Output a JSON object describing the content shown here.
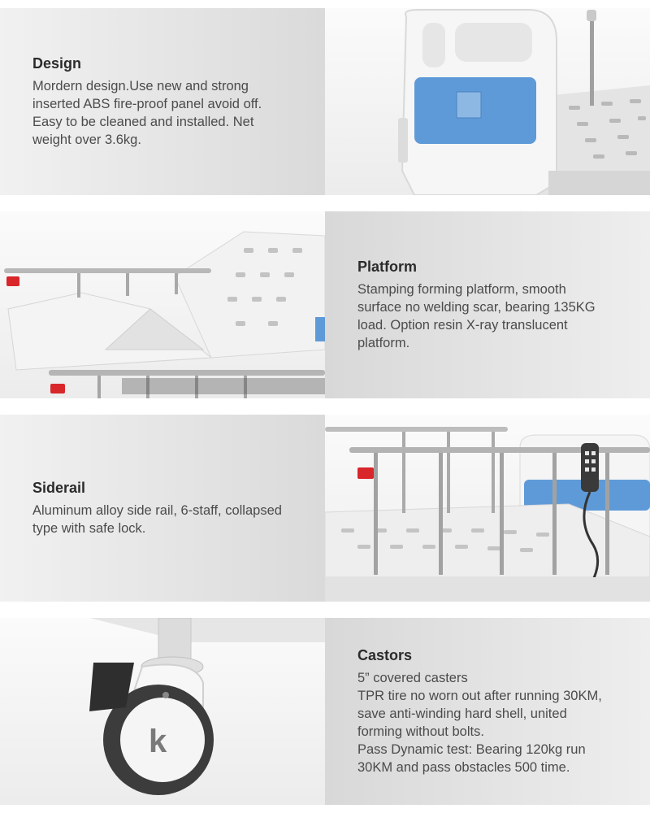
{
  "sections": [
    {
      "title": "Design",
      "lines": [
        "Mordern design.Use new and strong",
        "inserted ABS fire-proof panel avoid off.",
        "Easy to be cleaned and installed. Net",
        "weight over 3.6kg."
      ]
    },
    {
      "title": "Platform",
      "lines": [
        "Stamping forming platform, smooth",
        "surface no welding scar, bearing 135KG",
        "load. Option resin X-ray translucent",
        "platform."
      ]
    },
    {
      "title": "Siderail",
      "lines": [
        "Aluminum alloy side rail, 6-staff, collapsed",
        "type with safe lock."
      ]
    },
    {
      "title": "Castors",
      "lines": [
        "5” covered casters",
        "TPR tire no worn out after running 30KM,",
        "save anti-winding hard shell, united",
        "forming without bolts.",
        "Pass Dynamic test: Bearing 120kg run",
        "30KM and pass obstacles 500 time."
      ]
    }
  ],
  "colors": {
    "panel_blue": "#5f9ad8",
    "frame": "#e8e8e8",
    "red_lock": "#d8262b"
  },
  "icons": [
    "headboard-image",
    "platform-image",
    "siderail-image",
    "castor-image"
  ]
}
